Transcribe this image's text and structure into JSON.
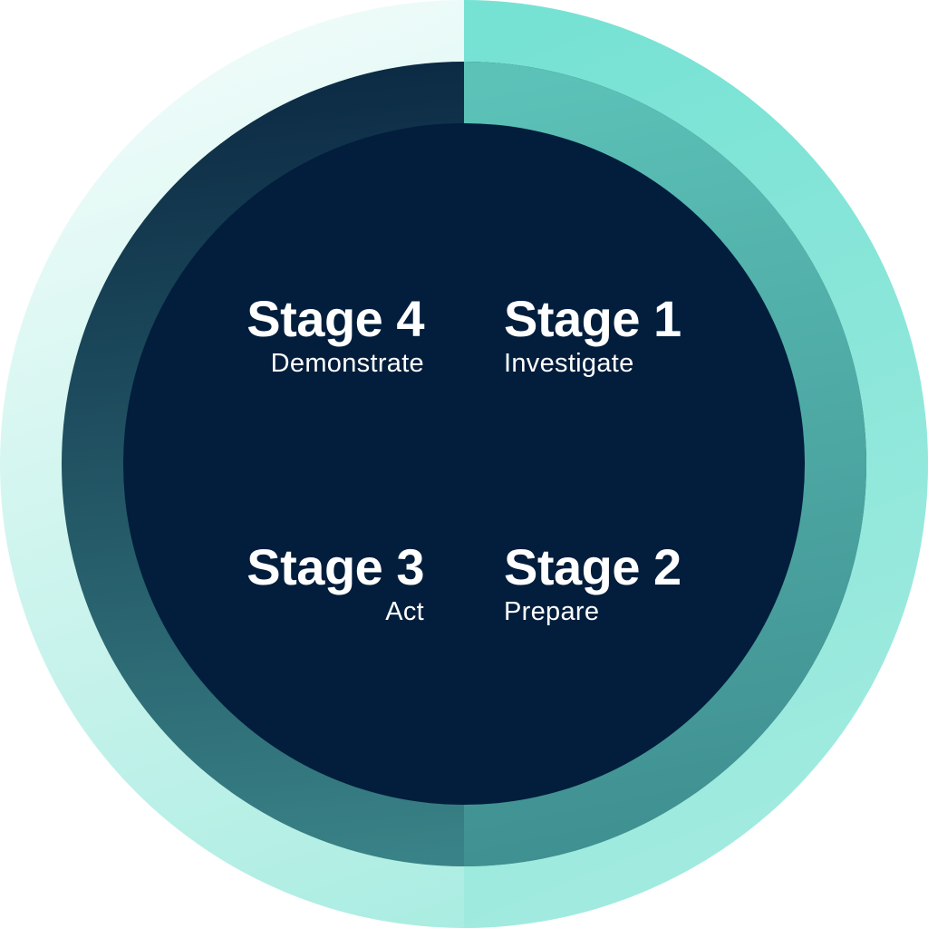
{
  "diagram": {
    "stages": [
      {
        "id": "stage-1",
        "title": "Stage 1",
        "subtitle": "Investigate"
      },
      {
        "id": "stage-2",
        "title": "Stage 2",
        "subtitle": "Prepare"
      },
      {
        "id": "stage-3",
        "title": "Stage 3",
        "subtitle": "Act"
      },
      {
        "id": "stage-4",
        "title": "Stage 4",
        "subtitle": "Demonstrate"
      }
    ],
    "colors": {
      "center_fill": "#021e3c",
      "outer_ring_light": "#f1fcfa",
      "outer_ring_teal": "#76e2d4",
      "middle_ring_dark": "#0c2a44",
      "middle_ring_teal": "#5cc2b8",
      "text": "#ffffff"
    }
  }
}
